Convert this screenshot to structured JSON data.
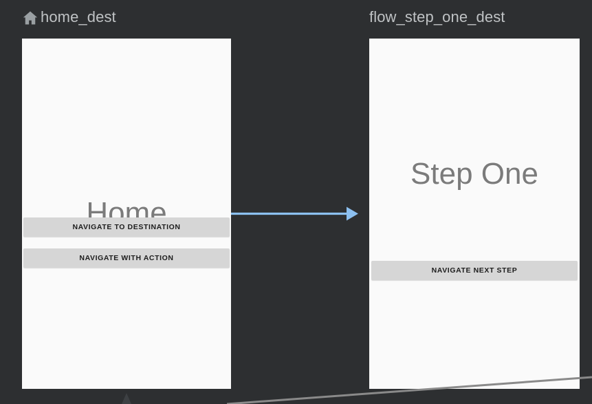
{
  "editor": {
    "name": "navigation-graph-editor",
    "background_color": "#2d2f31"
  },
  "destinations": [
    {
      "id": "home_dest",
      "label": "home_dest",
      "is_start_destination": true,
      "start_icon": "home-icon",
      "screen": {
        "title": "Home",
        "background_color": "#fafafa",
        "title_color": "#7b7b7b",
        "buttons": [
          {
            "id": "navigate-to-destination",
            "label": "NAVIGATE TO DESTINATION"
          },
          {
            "id": "navigate-with-action",
            "label": "NAVIGATE WITH ACTION"
          }
        ]
      }
    },
    {
      "id": "flow_step_one_dest",
      "label": "flow_step_one_dest",
      "is_start_destination": false,
      "screen": {
        "title": "Step One",
        "background_color": "#fafafa",
        "title_color": "#7b7b7b",
        "buttons": [
          {
            "id": "navigate-next-step",
            "label": "NAVIGATE NEXT STEP"
          }
        ]
      }
    }
  ],
  "connections": [
    {
      "id": "home-to-flow-step-one",
      "from": "home_dest",
      "to": "flow_step_one_dest",
      "color": "#8cc0f0",
      "style": "solid-arrow"
    },
    {
      "id": "incoming-edge-bottom-left",
      "color": "#3d4043",
      "style": "arrowhead-up"
    },
    {
      "id": "offscreen-edge-bottom-right",
      "color": "#8a8a8a",
      "style": "diagonal-line"
    }
  ],
  "colors": {
    "canvas": "#2d2f31",
    "label_text": "#bfc2c4",
    "frame": "#fafafa",
    "button_fill": "#d6d6d6",
    "button_text": "#1c1c1c",
    "action_arrow": "#8cc0f0"
  }
}
